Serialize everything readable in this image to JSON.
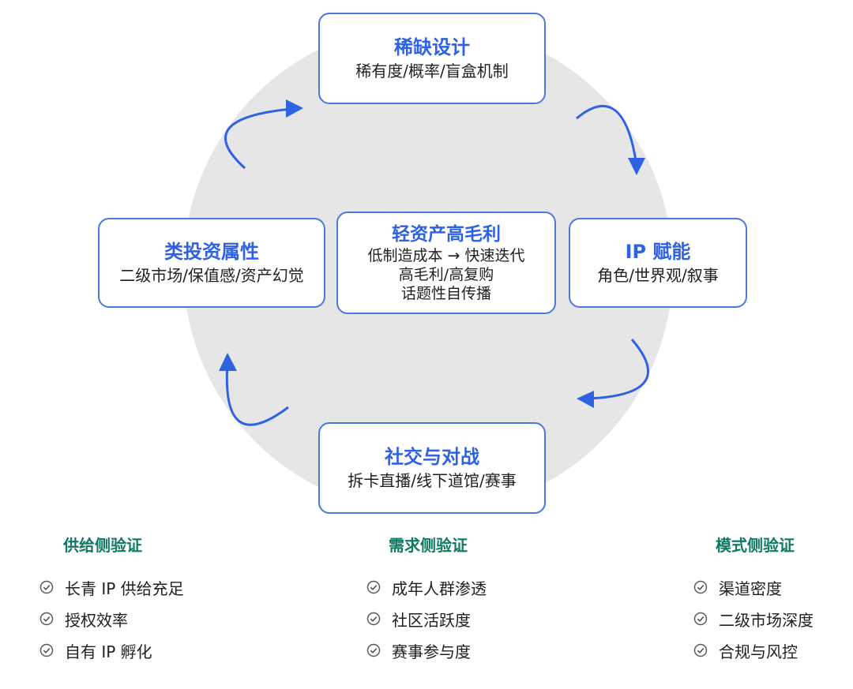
{
  "colors": {
    "accent_blue": "#2f62e3",
    "node_border": "#4a78e0",
    "arrow": "#2f62e3",
    "circle_bg": "#e6e6e6",
    "green_title": "#0f7a63"
  },
  "diagram": {
    "top": {
      "title": "稀缺设计",
      "subtitle": "稀有度/概率/盲盒机制"
    },
    "right": {
      "title": "IP 赋能",
      "subtitle": "角色/世界观/叙事"
    },
    "bottom": {
      "title": "社交与对战",
      "subtitle": "拆卡直播/线下道馆/赛事"
    },
    "left": {
      "title": "类投资属性",
      "subtitle": "二级市场/保值感/资产幻觉"
    },
    "center": {
      "title": "轻资产高毛利",
      "lines": [
        "低制造成本 → 快速迭代",
        "高毛利/高复购",
        "话题性自传播"
      ]
    }
  },
  "validation": {
    "supply": {
      "title": "供给侧验证",
      "items": [
        "长青 IP 供给充足",
        "授权效率",
        "自有 IP 孵化"
      ]
    },
    "demand": {
      "title": "需求侧验证",
      "items": [
        "成年人群渗透",
        "社区活跃度",
        "赛事参与度"
      ]
    },
    "model": {
      "title": "模式侧验证",
      "items": [
        "渠道密度",
        "二级市场深度",
        "合规与风控"
      ]
    }
  },
  "icons": {
    "check": "check-circle-icon",
    "arrow": "curved-arrow-icon"
  }
}
